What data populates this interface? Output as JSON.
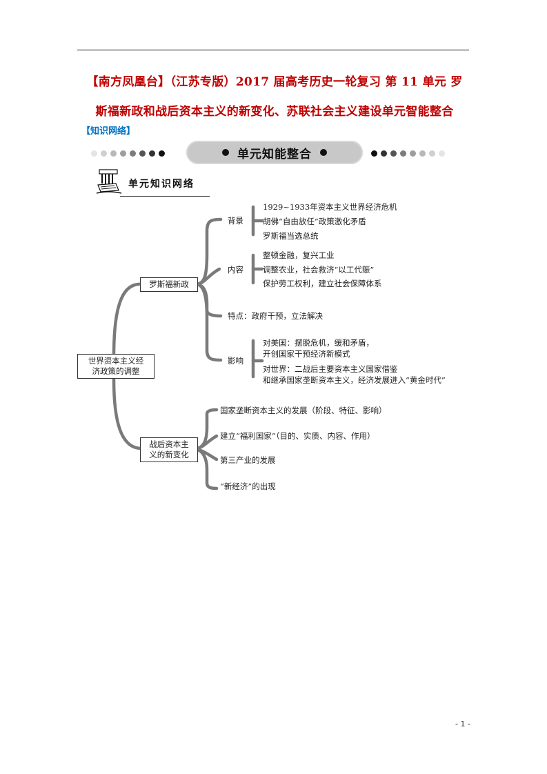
{
  "header": {
    "title_line1": "【南方凤凰台】（江苏专版）2017 届高考历史一轮复习  第 11 单元  罗",
    "title_line2": "斯福新政和战后资本主义的新变化、苏联社会主义建设单元智能整合",
    "section_label": "【知识网络】"
  },
  "banner": {
    "text": "单元知能整合",
    "left_dot_colors": [
      "#e4e4e4",
      "#cfcfcf",
      "#b8b8b8",
      "#9e9e9e",
      "#7c7c7c",
      "#555555",
      "#333333",
      "#111111"
    ],
    "right_dot_colors": [
      "#111111",
      "#333333",
      "#555555",
      "#7c7c7c",
      "#9e9e9e",
      "#b8b8b8",
      "#cfcfcf",
      "#e4e4e4"
    ]
  },
  "sub_header": {
    "text": "单元知识网络",
    "icon": "book-stack-icon"
  },
  "mindmap": {
    "root": "世界资本主义经济政策的调整",
    "root_lines": [
      "世界资本主义经",
      "济政策的调整"
    ],
    "branches": [
      {
        "label": "罗斯福新政",
        "children": [
          {
            "label": "背景",
            "items": [
              "1929~1933年资本主义世界经济危机",
              "胡佛“自由放任”政策激化矛盾",
              "罗斯福当选总统"
            ]
          },
          {
            "label": "内容",
            "items": [
              "整顿金融，复兴工业",
              "调整农业，社会救济“以工代赈”",
              "保护劳工权利，建立社会保障体系"
            ]
          },
          {
            "label": "特点：政府干预，立法解决",
            "items": []
          },
          {
            "label": "影响",
            "items": [
              "对美国：摆脱危机，缓和矛盾，",
              "开创国家干预经济新模式",
              "对世界：二战后主要资本主义国家借鉴",
              "和继承国家垄断资本主义，经济发展进入“黄金时代”"
            ]
          }
        ]
      },
      {
        "label": "战后资本主义的新变化",
        "label_lines": [
          "战后资本主",
          "义的新变化"
        ],
        "items": [
          "国家垄断资本主义的发展（阶段、特征、影响）",
          "建立“福利国家”（目的、实质、内容、作用）",
          "第三产业的发展",
          "“新经济”的出现"
        ]
      }
    ]
  },
  "footer": {
    "page_number": "- 1 -"
  }
}
